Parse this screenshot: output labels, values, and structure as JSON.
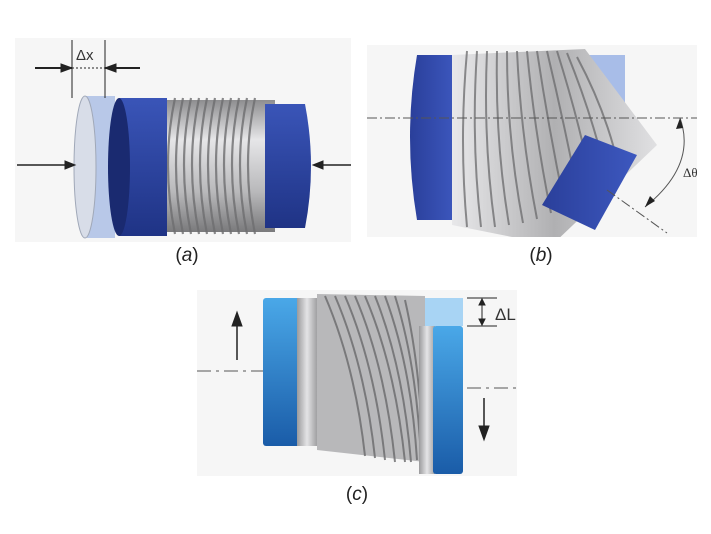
{
  "figure": {
    "panels": [
      {
        "id": "a",
        "caption_open": "(",
        "caption_letter": "a",
        "caption_close": ")",
        "label": "Δx",
        "motion": "axial"
      },
      {
        "id": "b",
        "caption_open": "(",
        "caption_letter": "b",
        "caption_close": ")",
        "label": "Δθ",
        "motion": "angular"
      },
      {
        "id": "c",
        "caption_open": "(",
        "caption_letter": "c",
        "caption_close": ")",
        "label": "ΔL",
        "motion": "lateral"
      }
    ]
  },
  "colors": {
    "flange_dark_blue": "#2a3f9a",
    "flange_light_blue": "#a8c0e8",
    "flange_cyan_blue": "#2f8fd6",
    "bellows_silver": "#c4c4c6",
    "bellows_shadow": "#8a8a8c",
    "annotation": "#222222",
    "panel_bg": "#f6f6f6"
  }
}
